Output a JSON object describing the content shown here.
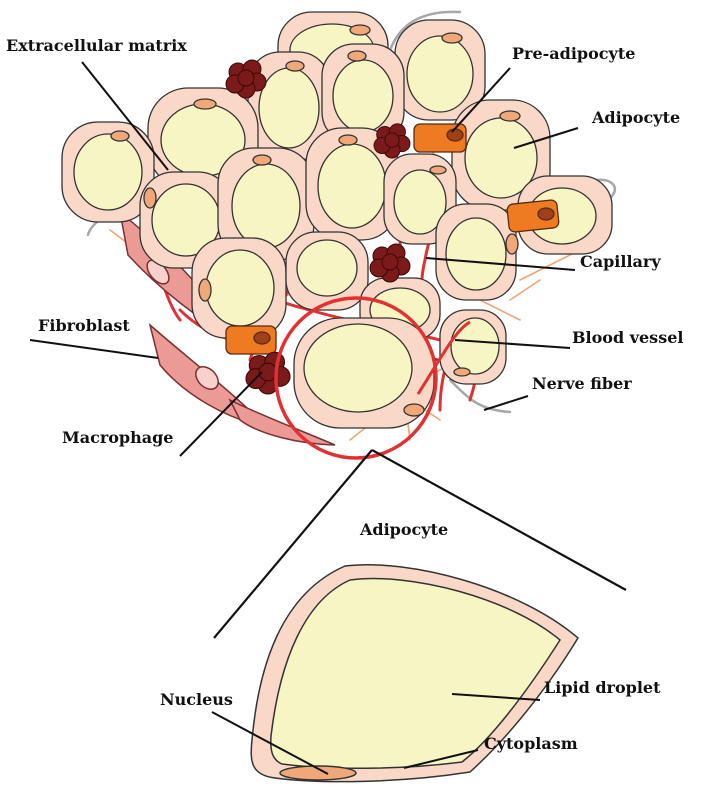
{
  "labels": {
    "extracellular_matrix": "Extracellular matrix",
    "pre_adipocyte": "Pre-adipocyte",
    "adipocyte": "Adipocyte",
    "capillary": "Capillary",
    "fibroblast": "Fibroblast",
    "blood_vessel": "Blood vessel",
    "nerve_fiber": "Nerve fiber",
    "macrophage": "Macrophage",
    "adipocyte_detail_title": "Adipocyte",
    "nucleus": "Nucleus",
    "lipid_droplet": "Lipid droplet",
    "cytoplasm": "Cytoplasm"
  },
  "colors": {
    "cytoplasm": "#f9d8c8",
    "lipid_droplet": "#f7f5c4",
    "nucleus": "#f0a878",
    "pre_adipocyte": "#ee7a22",
    "macrophage": "#7a1a1a",
    "fibroblast": "#ec9a96",
    "blood_vessel": "#e33030",
    "ecm_fiber": "#f2a470",
    "nerve_fiber": "#a8a8a8",
    "outline": "#333333"
  }
}
